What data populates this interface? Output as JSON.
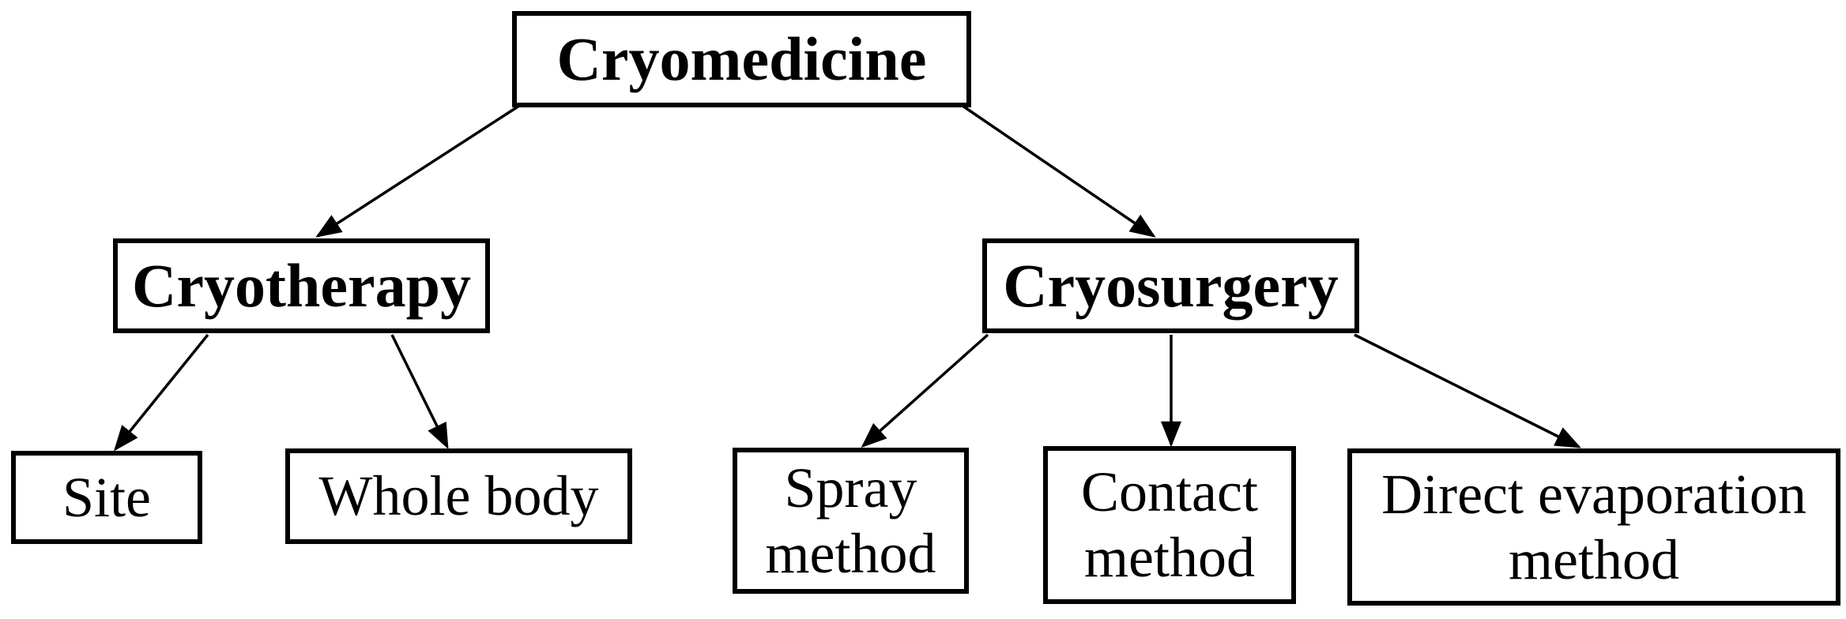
{
  "diagram": {
    "title": "Cryomedicine classification diagram",
    "type": "tree",
    "nodes": {
      "cryomedicine": {
        "label": "Cryomedicine",
        "level": 1,
        "emphasis": "bold"
      },
      "cryotherapy": {
        "label": "Cryotherapy",
        "level": 2,
        "emphasis": "bold"
      },
      "cryosurgery": {
        "label": "Cryosurgery",
        "level": 2,
        "emphasis": "bold"
      },
      "site": {
        "label": "Site",
        "level": 3,
        "emphasis": "normal"
      },
      "whole_body": {
        "label": "Whole body",
        "level": 3,
        "emphasis": "normal"
      },
      "spray_method": {
        "label": "Spray method",
        "level": 3,
        "emphasis": "normal"
      },
      "contact_method": {
        "label": "Contact method",
        "level": 3,
        "emphasis": "normal"
      },
      "direct_evaporation_method": {
        "label": "Direct evaporation method",
        "level": 3,
        "emphasis": "normal"
      }
    },
    "edges": [
      {
        "from": "cryomedicine",
        "to": "cryotherapy",
        "style": "arrow"
      },
      {
        "from": "cryomedicine",
        "to": "cryosurgery",
        "style": "arrow"
      },
      {
        "from": "cryotherapy",
        "to": "site",
        "style": "arrow"
      },
      {
        "from": "cryotherapy",
        "to": "whole_body",
        "style": "arrow"
      },
      {
        "from": "cryosurgery",
        "to": "spray_method",
        "style": "arrow"
      },
      {
        "from": "cryosurgery",
        "to": "contact_method",
        "style": "arrow"
      },
      {
        "from": "cryosurgery",
        "to": "direct_evaporation_method",
        "style": "arrow"
      }
    ],
    "colors": {
      "background": "#ffffff",
      "box_border": "#000000",
      "box_fill": "#ffffff",
      "text": "#000000",
      "connector": "#000000"
    }
  }
}
